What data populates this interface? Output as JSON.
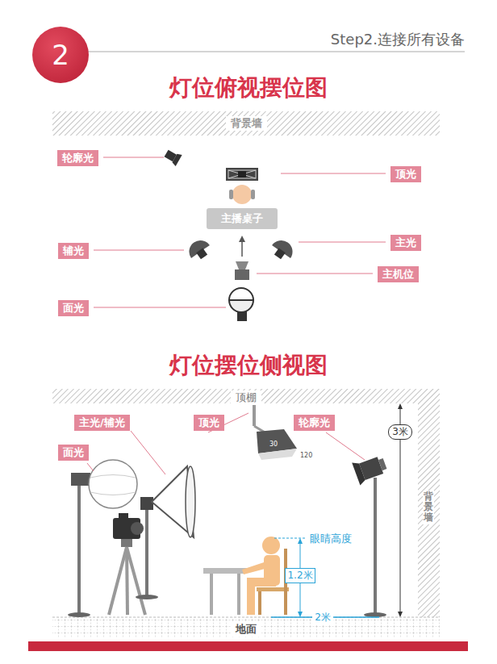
{
  "diagram": {
    "title": "灯位俯视摆位图",
    "nodes": [
      {
        "text": [
          "2"
        ]
      },
      {
        "text": [
          "轮廓光"
        ]
      },
      {
        "text": [
          "顶光"
        ]
      },
      {
        "text": [
          "主播桌子"
        ]
      },
      {
        "text": [
          "辅光"
        ]
      },
      {
        "text": [
          "主光"
        ]
      },
      {
        "text": [
          "主机位"
        ]
      },
      {
        "text": [
          "面光"
        ]
      },
      {
        "text": [
          "主光/辅光"
        ]
      },
      {
        "text": [
          "顶光"
        ]
      },
      {
        "text": [
          "轮廓光"
        ]
      },
      {
        "text": [
          "面光"
        ]
      }
    ],
    "labels": [
      "Step2.连接所有设备",
      "灯位摆位侧视图",
      "背景墙",
      "顶棚",
      "3米",
      "背景墙",
      "眼睛高度",
      "1.2米",
      "2米",
      "地面",
      "30",
      "120"
    ]
  }
}
